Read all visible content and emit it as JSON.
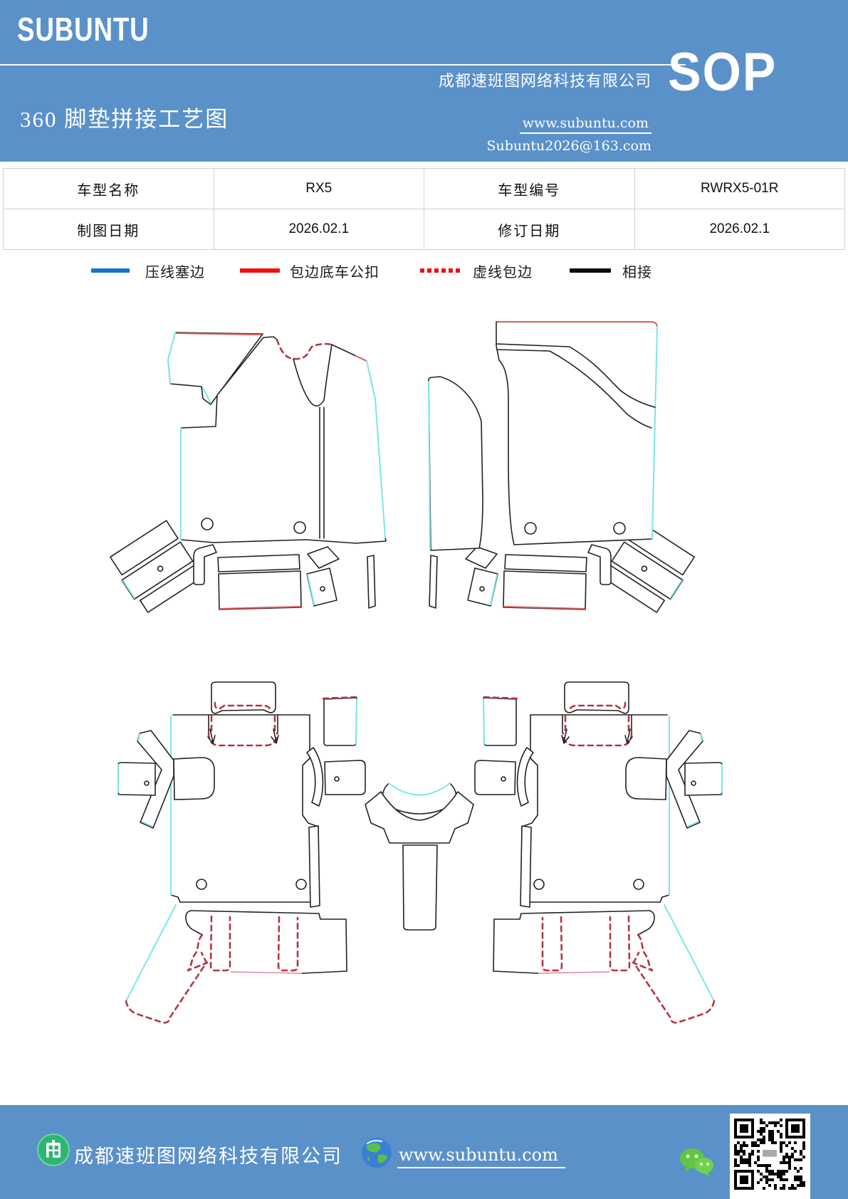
{
  "header": {
    "logo": "SUBUNTU",
    "company": "成都速班图网络科技有限公司",
    "title": "360 脚垫拼接工艺图",
    "website": "www.subuntu.com",
    "email": "Subuntu2026@163.com",
    "badge": "SOP"
  },
  "info_table": {
    "rows": [
      [
        "车型名称",
        "RX5",
        "车型编号",
        "RWRX5-01R"
      ],
      [
        "制图日期",
        "2026.02.1",
        "修订日期",
        "2026.02.1"
      ]
    ]
  },
  "legend": {
    "items": [
      {
        "label": "压线塞边",
        "style": "solid-blue"
      },
      {
        "label": "包边底车公扣",
        "style": "solid-red"
      },
      {
        "label": "虚线包边",
        "style": "dashed-red"
      },
      {
        "label": "相接",
        "style": "solid-black"
      }
    ]
  },
  "footer": {
    "company": "成都速班图网络科技有限公司",
    "website": "www.subuntu.com"
  },
  "colors": {
    "header_blue": "#5b91c9",
    "legend_blue": "#1273d2",
    "legend_red": "#f50d0d",
    "dash_red": "#b03744",
    "edge_red": "#e05a5a",
    "cyan": "#7ce6e9",
    "line_black": "#222222",
    "table_border": "#cfcfcf",
    "wechat_green": "#62c542",
    "icon_green": "#2eb573"
  }
}
